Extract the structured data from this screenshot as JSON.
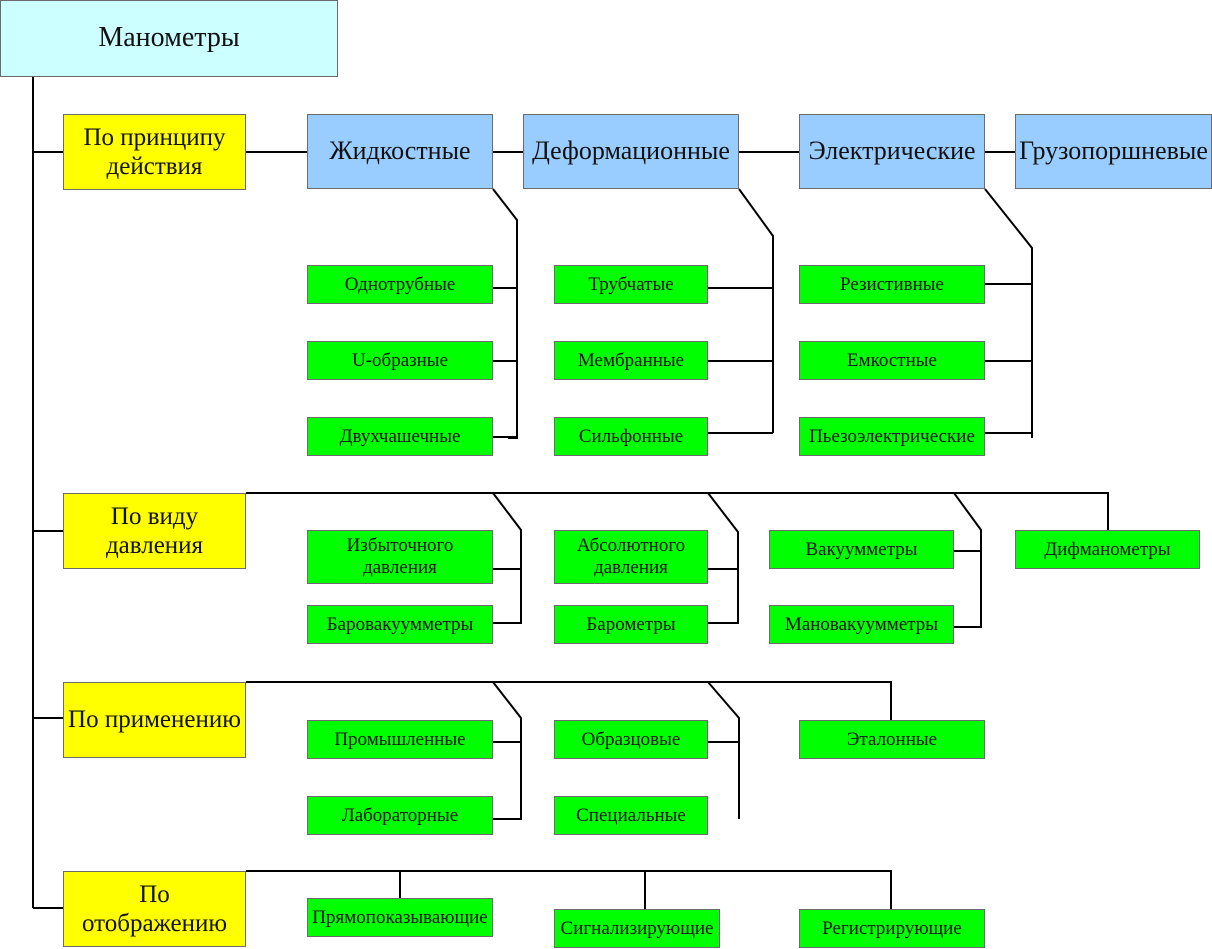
{
  "root": {
    "label": "Манометры"
  },
  "categories": {
    "principle": {
      "line1": "По принципу",
      "line2": "действия"
    },
    "pressure": {
      "line1": "По виду",
      "line2": "давления"
    },
    "application": {
      "label": "По применению"
    },
    "display": {
      "line1": "По",
      "line2": "отображению"
    }
  },
  "principle_types": {
    "liquid": "Жидкостные",
    "deformation": "Деформационные",
    "electric": "Электрические",
    "piston": "Грузопоршневые"
  },
  "liquid_items": [
    "Однотрубные",
    "U-образные",
    "Двухчашечные"
  ],
  "deformation_items": [
    "Трубчатые",
    "Мембранные",
    "Сильфонные"
  ],
  "electric_items": [
    "Резистивные",
    "Емкостные",
    "Пьезоэлектрические"
  ],
  "pressure_items": {
    "excess": {
      "line1": "Избыточного",
      "line2": "давления"
    },
    "absolute": {
      "line1": "Абсолютного",
      "line2": "давления"
    },
    "vacuum": "Вакуумметры",
    "differential": "Дифманометры",
    "barovacuum": "Баровакуумметры",
    "barometers": "Барометры",
    "manovacuum": "Мановакуумметры"
  },
  "application_items": {
    "industrial": "Промышленные",
    "sample": "Образцовые",
    "reference": "Эталонные",
    "laboratory": "Лабораторные",
    "special": "Специальные"
  },
  "display_items": {
    "direct": "Прямопоказывающие",
    "signaling": "Сигнализирующие",
    "recording": "Регистрирующие"
  },
  "colors": {
    "root_fill": "#ccffff",
    "category_fill": "#ffff00",
    "type_fill": "#99ccff",
    "leaf_fill": "#00ff00",
    "connector": "#000000"
  }
}
